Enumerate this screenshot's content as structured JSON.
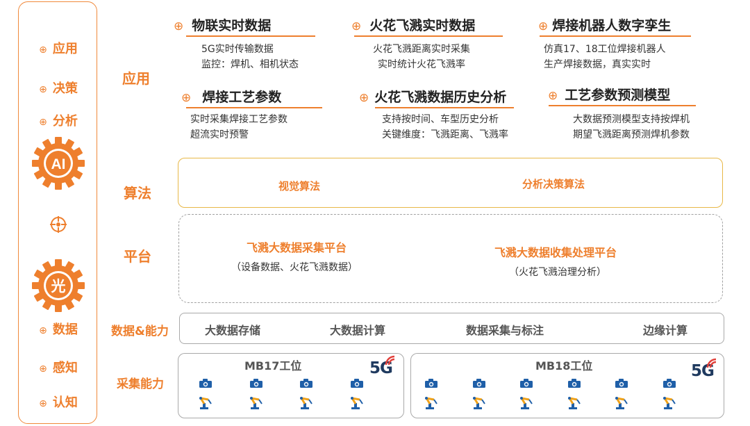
{
  "colors": {
    "accent": "#ee7f2d",
    "accent_border": "#f0883a",
    "algo_border": "#e8b847",
    "dark_text": "#222222",
    "box_gray": "#a9a9a9",
    "fiveg_blue": "#1f3a5f",
    "fiveg_red": "#e2403a"
  },
  "sidebar": {
    "items_top": [
      {
        "label": "应用",
        "icon": "crosshair-icon"
      },
      {
        "label": "决策",
        "icon": "crosshair-icon"
      },
      {
        "label": "分析",
        "icon": "crosshair-icon"
      }
    ],
    "gear_ai_label": "AI",
    "gear_light_label": "光",
    "items_bottom": [
      {
        "label": "数据",
        "icon": "crosshair-icon"
      },
      {
        "label": "感知",
        "icon": "crosshair-icon"
      },
      {
        "label": "认知",
        "icon": "crosshair-icon"
      }
    ]
  },
  "rows": {
    "app": "应用",
    "algo": "算法",
    "platform": "平台",
    "data": "数据&能力",
    "collect": "采集能力"
  },
  "applications": [
    {
      "title": "物联实时数据",
      "lines": [
        "5G实时传输数据",
        "监控：焊机、相机状态"
      ]
    },
    {
      "title": "火花飞溅实时数据",
      "lines": [
        "火花飞溅距离实时采集",
        "实时统计火花飞溅率"
      ]
    },
    {
      "title": "焊接机器人数字孪生",
      "lines": [
        "仿真17、18工位焊接机器人",
        "生产焊接数据，真实实时"
      ]
    },
    {
      "title": "焊接工艺参数",
      "lines": [
        "实时采集焊接工艺参数",
        "超流实时预警"
      ]
    },
    {
      "title": "火花飞溅数据历史分析",
      "lines": [
        "支持按时间、车型历史分析",
        "关键维度：飞溅距离、飞溅率"
      ]
    },
    {
      "title": "工艺参数预测模型",
      "lines": [
        "大数据预测模型支持按焊机",
        "期望飞溅距离预测焊机参数"
      ]
    }
  ],
  "algorithms": [
    "视觉算法",
    "分析决策算法"
  ],
  "platforms": [
    {
      "title": "飞溅大数据采集平台",
      "sub": "（设备数据、火花飞溅数据）"
    },
    {
      "title": "飞溅大数据收集处理平台",
      "sub": "（火花飞溅治理分析）"
    }
  ],
  "capabilities": [
    "大数据存储",
    "大数据计算",
    "数据采集与标注",
    "边缘计算"
  ],
  "stations": [
    {
      "name": "MB17工位",
      "badge": "5G",
      "cameras": 4,
      "robots": 4
    },
    {
      "name": "MB18工位",
      "badge": "5G",
      "cameras": 6,
      "robots": 6
    }
  ]
}
